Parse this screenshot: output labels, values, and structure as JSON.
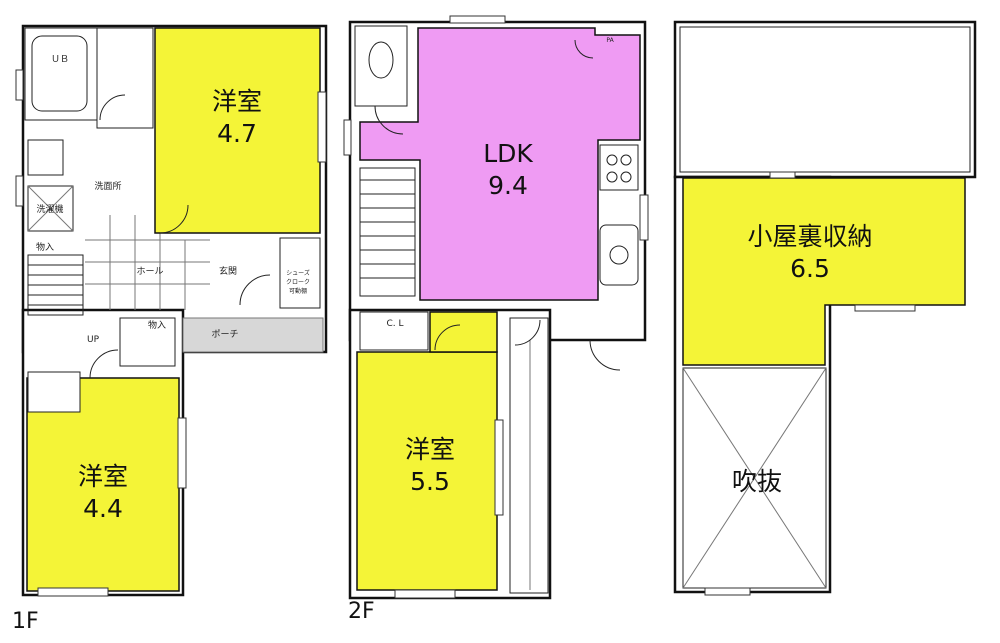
{
  "floors": [
    {
      "floor_label": "1F",
      "rooms": [
        {
          "name": "洋室",
          "size": "4.7"
        },
        {
          "name": "洋室",
          "size": "4.4"
        }
      ],
      "labels": {
        "ub": "ＵＢ",
        "washroom": "洗面所",
        "laundry": "洗濯機",
        "storage1": "物入",
        "storage2": "物入",
        "hall": "ホール",
        "entrance": "玄関",
        "porch": "ポーチ",
        "up": "UP",
        "shoes1": "シューズ",
        "shoes2": "クローク",
        "shoes3": "可動棚"
      }
    },
    {
      "floor_label": "2F",
      "rooms": [
        {
          "name": "LDK",
          "size": "9.4"
        },
        {
          "name": "洋室",
          "size": "5.5"
        }
      ],
      "labels": {
        "closet": "C. L",
        "pa": "PA"
      }
    },
    {
      "floor_label": "",
      "rooms": [
        {
          "name": "小屋裏収納",
          "size": "6.5"
        },
        {
          "name": "吹抜",
          "size": ""
        }
      ],
      "labels": {}
    }
  ],
  "colors": {
    "bedroom": "#f4f437",
    "ldk": "#ef9bf3",
    "wall": "#111111",
    "background": "#ffffff"
  }
}
